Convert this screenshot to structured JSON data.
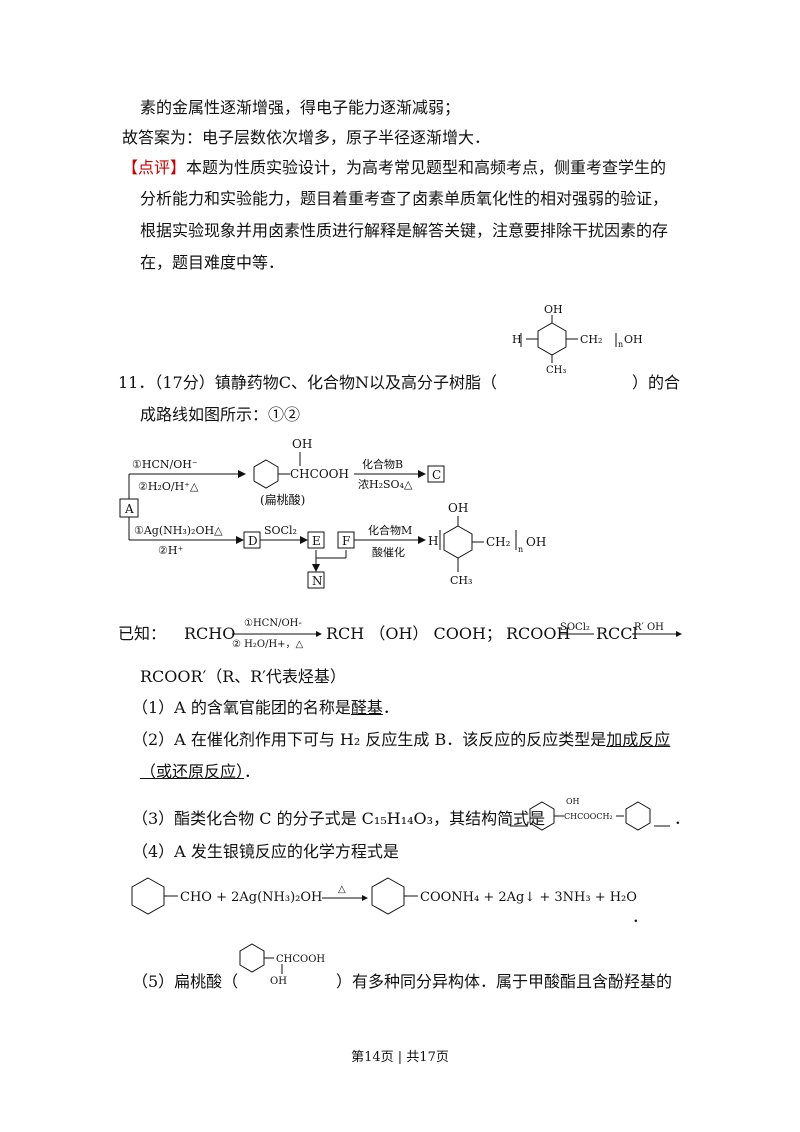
{
  "lines": {
    "l1": "素的金属性逐渐增强，得电子能力逐渐减弱；",
    "l2": "故答案为：电子层数依次增多，原子半径逐渐增大．",
    "comment_tag": "【点评】",
    "l3": "本题为性质实验设计，为高考常见题型和高频考点，侧重考查学生的",
    "l4": "分析能力和实验能力，题目着重考查了卤素单质氧化性的相对强弱的验证，",
    "l5": "根据实验现象并用卤素性质进行解释是解答关键，注意要排除干扰因素的存",
    "l6": "在，题目难度中等．",
    "q11_a": "11．（17分）镇静药物C、化合物N以及高分子树脂（",
    "q11_b": "）的合",
    "q11_c": "成路线如图所示：①②",
    "known_label": "已知：",
    "known_1": "RCHO",
    "known_2": "RCH （OH） COOH；",
    "known_3": "RCOOH",
    "known_4": "RCCl",
    "known_5": "RCOOR′（R、R′代表烃基）",
    "p1_a": "（1）A 的含氧官能团的名称是",
    "p1_ans": "醛基",
    "p1_b": "．",
    "p2_a": "（2）A 在催化剂作用下可与 H₂ 反应生成 B．该反应的反应类型是",
    "p2_ans1": "加成反应",
    "p2_ans2": "（或还原反应）",
    "p2_b": "．",
    "p3_a": "（3）酯类化合物 C 的分子式是 C₁₅H₁₄O₃，其结构简式是",
    "p3_b": "．",
    "p4": "（4）A 发生银镜反应的化学方程式是",
    "p4_end": "．",
    "p5_a": "（5）扁桃酸（",
    "p5_b": "）有多种同分异构体．属于甲酸酯且含酚羟基的"
  },
  "scheme": {
    "oh": "OH",
    "reagent1": "①HCN/OH⁻",
    "reagent2": "②H₂O/H⁺△",
    "product1": "CHCOOH",
    "mandelic": "(扁桃酸)",
    "cpdB": "化合物B",
    "cond_b": "浓H₂SO₄△",
    "box_c": "C",
    "box_a": "A",
    "reagent3": "①Ag(NH₃)₂OH△",
    "reagent4": "②H⁺",
    "box_d": "D",
    "socl2": "SOCl₂",
    "box_e": "E",
    "box_f": "F",
    "cpdM": "化合物M",
    "acid_cat": "酸催化",
    "box_n": "N",
    "polymer_h": "H",
    "polymer_ch2": "CH₂",
    "polymer_n": "n",
    "polymer_oh": "OH",
    "ch3": "CH₃"
  },
  "known_arrows": {
    "k1_top": "①HCN/OH-",
    "k1_bot": "② H₂O/H+，△",
    "k2_top": "SOCl₂",
    "k3_top": "R′ OH"
  },
  "struct_labels": {
    "c_oh": "OH",
    "c_chain": "CHCOOCH₂",
    "eq_cho": "CHO + 2Ag(NH₃)₂OH",
    "eq_delta": "△",
    "eq_prod": "COONH₄ + 2Ag↓ + 3NH₃ + H₂O",
    "m_chain": "CHCOOH",
    "m_oh": "OH",
    "inline_h": "H",
    "inline_oh": "OH",
    "inline_ch2": "CH₂",
    "inline_n": "n",
    "inline_oh2": "OH",
    "inline_ch3": "CH₃"
  },
  "footer": "第14页 | 共17页"
}
